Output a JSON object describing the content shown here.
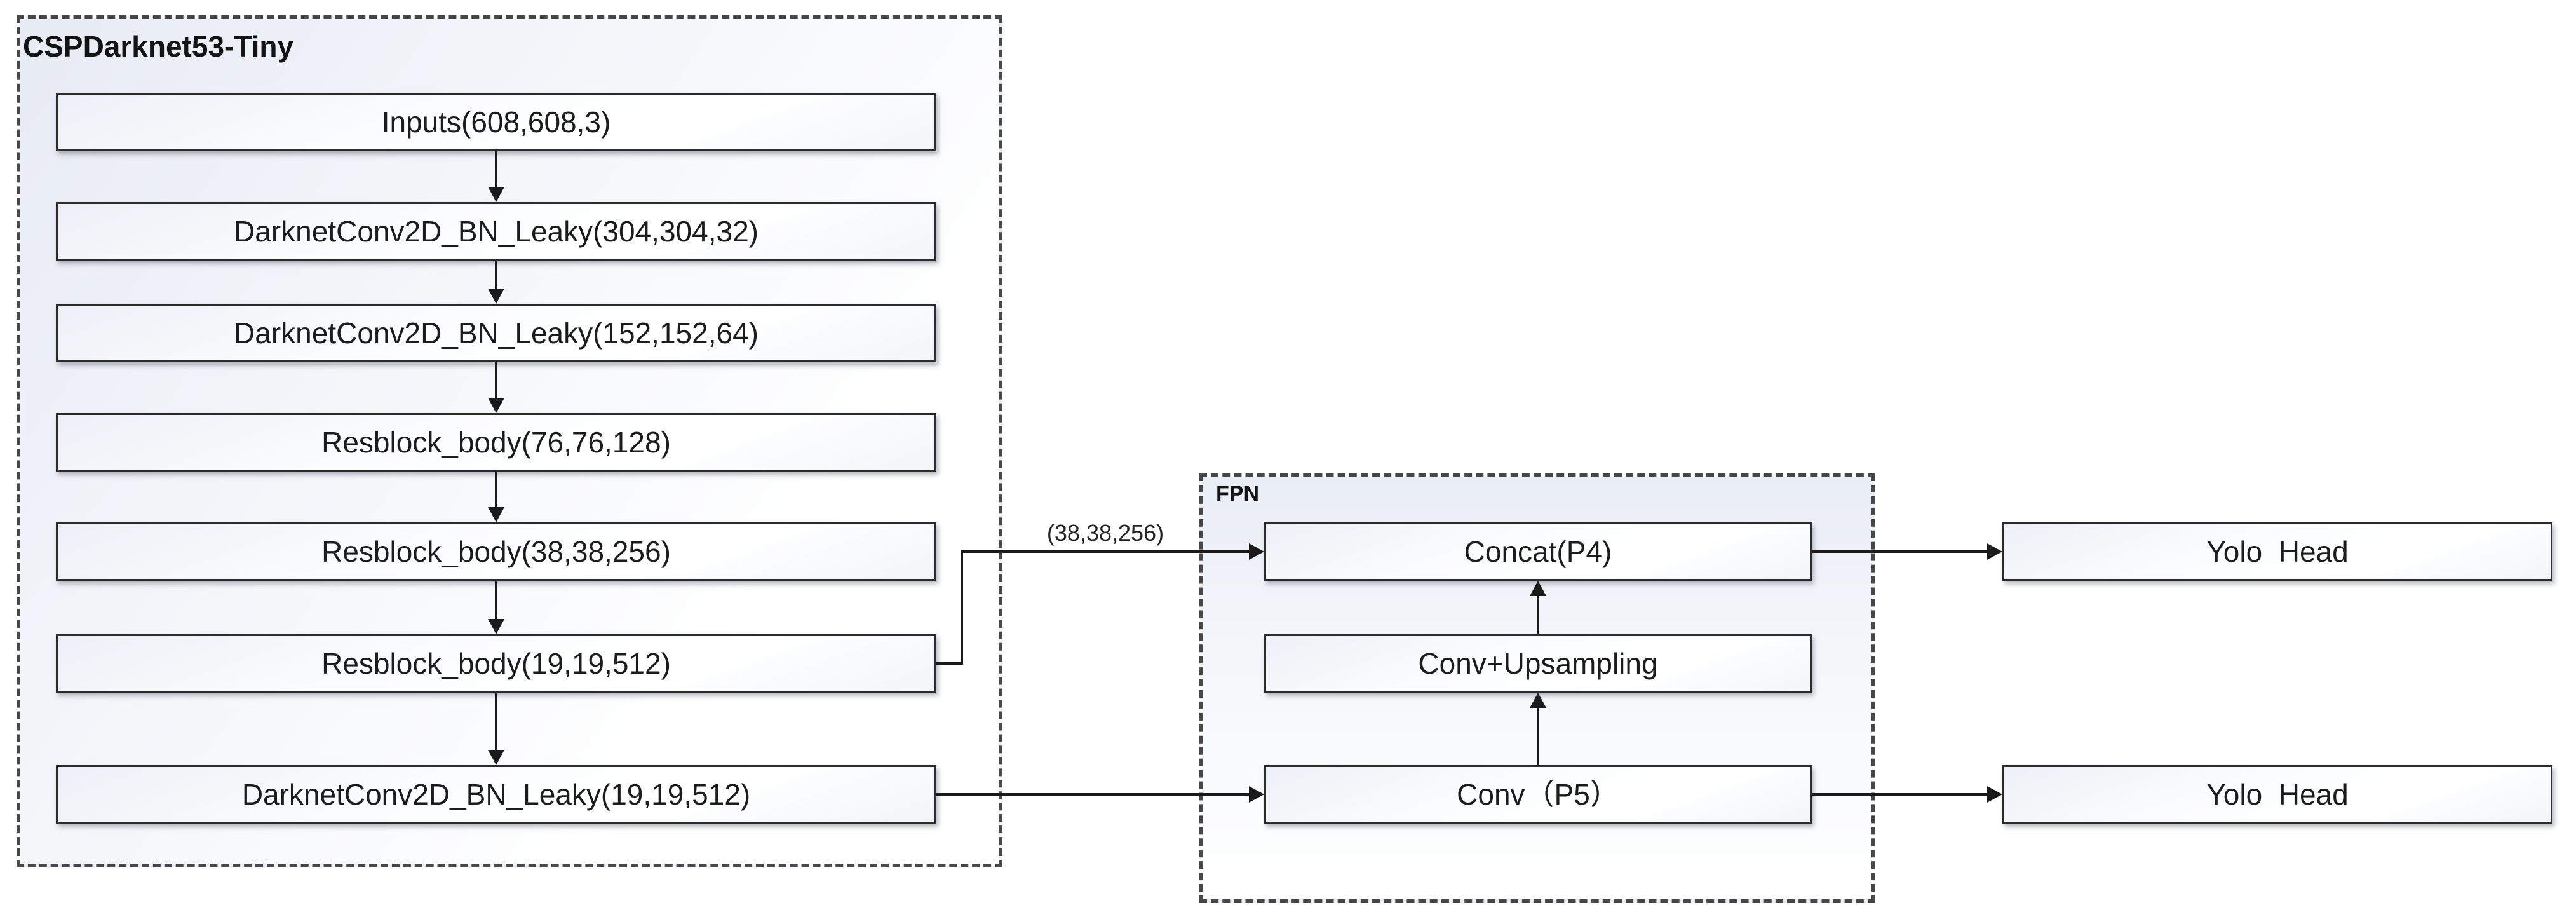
{
  "backbone": {
    "title": "CSPDarknet53-Tiny",
    "nodes": [
      "Inputs(608,608,3)",
      "DarknetConv2D_BN_Leaky(304,304,32)",
      "DarknetConv2D_BN_Leaky(152,152,64)",
      "Resblock_body(76,76,128)",
      "Resblock_body(38,38,256)",
      "Resblock_body(19,19,512)",
      "DarknetConv2D_BN_Leaky(19,19,512)"
    ]
  },
  "fpn": {
    "title": "FPN",
    "nodes": [
      "Concat(P4)",
      "Conv+Upsampling",
      "Conv（P5）"
    ]
  },
  "heads": {
    "top": "Yolo  Head",
    "bottom": "Yolo  Head"
  },
  "edge_labels": {
    "resblock_to_concat": "(38,38,256)"
  },
  "colors": {
    "box_border": "#2b2b2b",
    "dash_border": "#474747",
    "arrow": "#1a1a1a",
    "text": "#1c1c1c",
    "tint": "#e8ecf4"
  }
}
